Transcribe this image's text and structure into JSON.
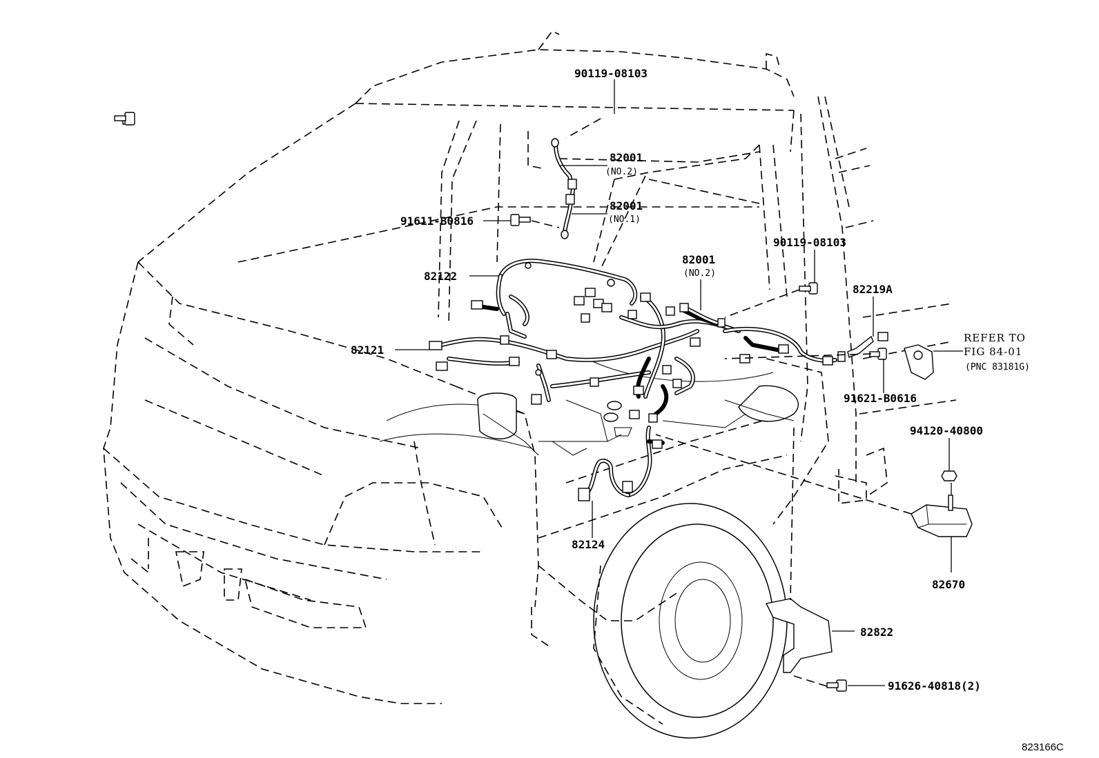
{
  "diagram_id": "823166C",
  "callouts": {
    "c_90119_top": "90119-08103",
    "c_82001_no2_top": "82001",
    "c_no2_top": "(NO.2)",
    "c_82001_no1": "82001",
    "c_no1": "(NO.1)",
    "c_91611": "91611-B0816",
    "c_82122": "82122",
    "c_82001_no2_mid": "82001",
    "c_no2_mid": "(NO.2)",
    "c_90119_right": "90119-08103",
    "c_82219a": "82219A",
    "c_82121": "82121",
    "c_refer_1": "REFER TO",
    "c_refer_2": "FIG 84-01",
    "c_refer_3": "(PNC 83181G)",
    "c_91621": "91621-B0616",
    "c_94120": "94120-40800",
    "c_82124": "82124",
    "c_82670": "82670",
    "c_82822": "82822",
    "c_91626": "91626-40818(2)"
  }
}
